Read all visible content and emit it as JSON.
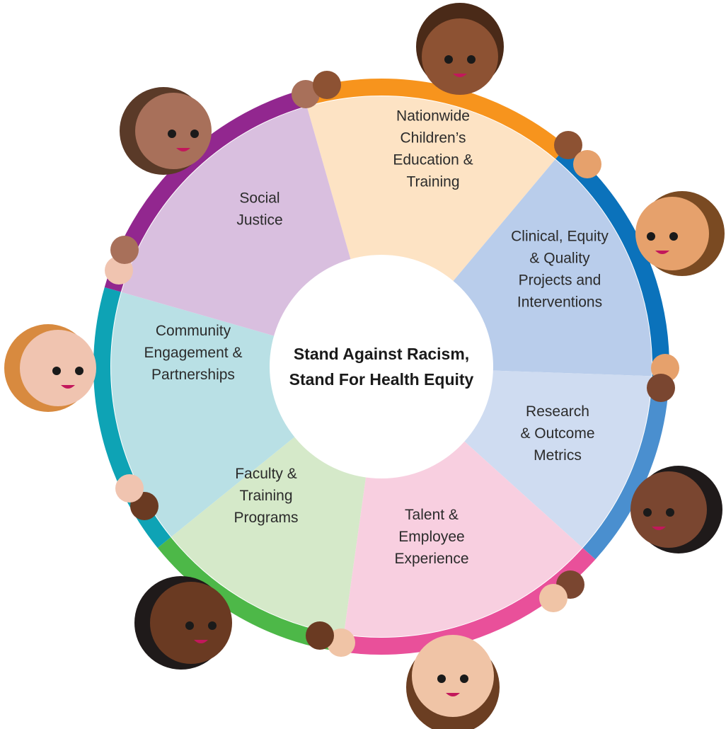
{
  "center": {
    "title_line1": "Stand Against Racism,",
    "title_line2": "Stand For Health Equity"
  },
  "segments": [
    {
      "id": "education",
      "lines": [
        "Nationwide",
        "Children’s",
        "Education &",
        "Training"
      ],
      "fill": "#fde3c4",
      "rim": "#f7941d"
    },
    {
      "id": "clinical",
      "lines": [
        "Clinical, Equity",
        "& Quality",
        "Projects and",
        "Interventions"
      ],
      "fill": "#b9cdeb",
      "rim": "#0b72bb"
    },
    {
      "id": "research",
      "lines": [
        "Research",
        "& Outcome",
        "Metrics"
      ],
      "fill": "#cfdcf1",
      "rim": "#4a8fcf"
    },
    {
      "id": "talent",
      "lines": [
        "Talent &",
        "Employee",
        "Experience"
      ],
      "fill": "#f8cfe0",
      "rim": "#e9509a"
    },
    {
      "id": "faculty",
      "lines": [
        "Faculty &",
        "Training",
        "Programs"
      ],
      "fill": "#d5e9c9",
      "rim": "#4db848"
    },
    {
      "id": "community",
      "lines": [
        "Community",
        "Engagement &",
        "Partnerships"
      ],
      "fill": "#b9e0e5",
      "rim": "#0ea3b5"
    },
    {
      "id": "social",
      "lines": [
        "Social",
        "Justice"
      ],
      "fill": "#d9bfdf",
      "rim": "#92278f"
    }
  ],
  "colors": {
    "center_fill": "#ffffff",
    "text": "#2b2b2b",
    "hair_dark": "#1f1a1a",
    "hair_brown": "#6b3e22",
    "skin_tones": [
      "#8d5233",
      "#e8a06a",
      "#7a4630",
      "#e8bfa0",
      "#f3c9a6",
      "#6a3a22",
      "#a8705a"
    ]
  },
  "kids": [
    {
      "name": "kid-top",
      "skin": "#8d5233",
      "hair": "#4a2a18"
    },
    {
      "name": "kid-right-upper",
      "skin": "#e6a16c",
      "hair": "#7a4a22"
    },
    {
      "name": "kid-right-lower",
      "skin": "#7a4630",
      "hair": "#1f1a1a"
    },
    {
      "name": "kid-bottom",
      "skin": "#f0c4a6",
      "hair": "#6b3e22"
    },
    {
      "name": "kid-bottom-left",
      "skin": "#6a3a22",
      "hair": "#1f1a1a"
    },
    {
      "name": "kid-left",
      "skin": "#f0c4b0",
      "hair": "#d88a3f"
    },
    {
      "name": "kid-top-left",
      "skin": "#a8705a",
      "hair": "#5a3a28"
    }
  ]
}
